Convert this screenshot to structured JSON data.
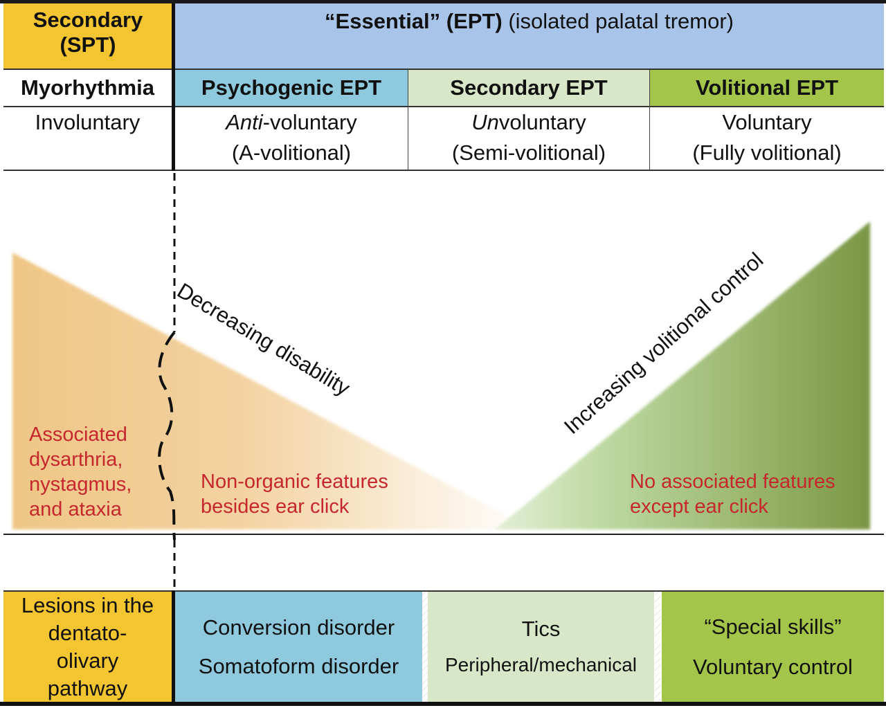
{
  "header": {
    "secondary_spt": {
      "line1": "Secondary",
      "line2": "(SPT)"
    },
    "essential_ept": {
      "bold": "“Essential” (EPT)",
      "normal": " (isolated palatal tremor)"
    }
  },
  "columns": [
    {
      "title": "Myorhythmia",
      "desc_line1": "Involuntary",
      "desc_line2": ""
    },
    {
      "title": "Psychogenic EPT",
      "desc_italic": "Anti",
      "desc_rest": "-voluntary",
      "desc_line2": "(A-volitional)"
    },
    {
      "title": "Secondary EPT",
      "desc_italic": "Un",
      "desc_rest": "voluntary",
      "desc_line2": "(Semi-volitional)"
    },
    {
      "title": "Volitional EPT",
      "desc_line1": "Voluntary",
      "desc_line2": "(Fully volitional)"
    }
  ],
  "graphic": {
    "left_wedge_label": "Decreasing disability",
    "right_wedge_label": "Increasing volitional control",
    "spt_features": [
      "Associated",
      "dysarthria,",
      "nystagmus,",
      "and ataxia"
    ],
    "psychogenic_features": [
      "Non-organic features",
      "besides ear click"
    ],
    "volitional_features": [
      "No associated features",
      "except ear click"
    ]
  },
  "bottom": {
    "lesions": [
      "Lesions in the",
      "dentato-",
      "olivary",
      "pathway"
    ],
    "psychogenic": [
      "Conversion disorder",
      "Somatoform disorder"
    ],
    "secondary": [
      "Tics",
      "Peripheral/mechanical"
    ],
    "volitional": [
      "“Special skills”",
      "Voluntary control"
    ]
  },
  "colors": {
    "spt_yellow": "#f2c531",
    "ept_blue": "#a8c5e9",
    "psychogenic_blue": "#8ec9dd",
    "secondary_green_light": "#d8e7c8",
    "volitional_green": "#a3c64a",
    "feature_red": "#c5272d",
    "wedge_orange": "#efc98a",
    "wedge_green_dark": "#7a9645"
  }
}
